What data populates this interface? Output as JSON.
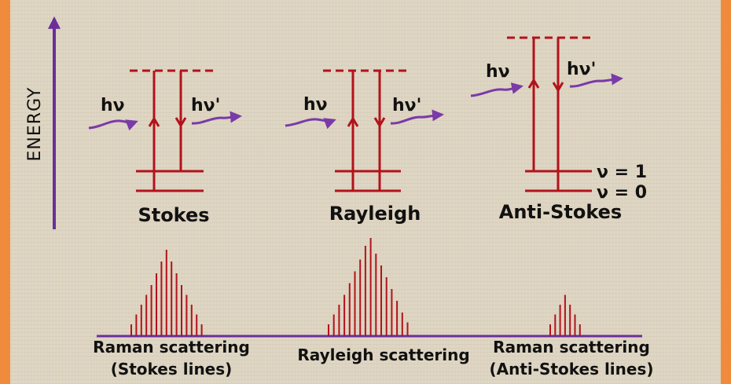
{
  "axis_label": "ENERGY",
  "colors": {
    "border": "#f08a3c",
    "level_lines": "#b3121c",
    "photon": "#7a3aa8",
    "axis": "#6a2f9a",
    "text": "#111111"
  },
  "diagrams": [
    {
      "name": "Stokes",
      "photon_in": "hν",
      "photon_out": "hν'"
    },
    {
      "name": "Rayleigh",
      "photon_in": "hν",
      "photon_out": "hν'"
    },
    {
      "name": "Anti-Stokes",
      "photon_in": "hν",
      "photon_out": "hν'"
    }
  ],
  "levels": {
    "upper": "ν = 1",
    "lower": "ν = 0"
  },
  "spectrum": {
    "groups": [
      {
        "label_line1": "Raman scattering",
        "label_line2": "(Stokes lines)",
        "lines": [
          0.12,
          0.22,
          0.32,
          0.42,
          0.52,
          0.64,
          0.76,
          0.88,
          0.76,
          0.64,
          0.52,
          0.42,
          0.32,
          0.22,
          0.12
        ]
      },
      {
        "label_line1": "Rayleigh scattering",
        "label_line2": "",
        "lines": [
          0.12,
          0.22,
          0.32,
          0.42,
          0.54,
          0.66,
          0.78,
          0.92,
          1.0,
          0.84,
          0.72,
          0.6,
          0.48,
          0.36,
          0.24,
          0.14
        ]
      },
      {
        "label_line1": "Raman scattering",
        "label_line2": "(Anti-Stokes lines)",
        "lines": [
          0.12,
          0.22,
          0.32,
          0.42,
          0.32,
          0.22,
          0.12
        ]
      }
    ]
  }
}
